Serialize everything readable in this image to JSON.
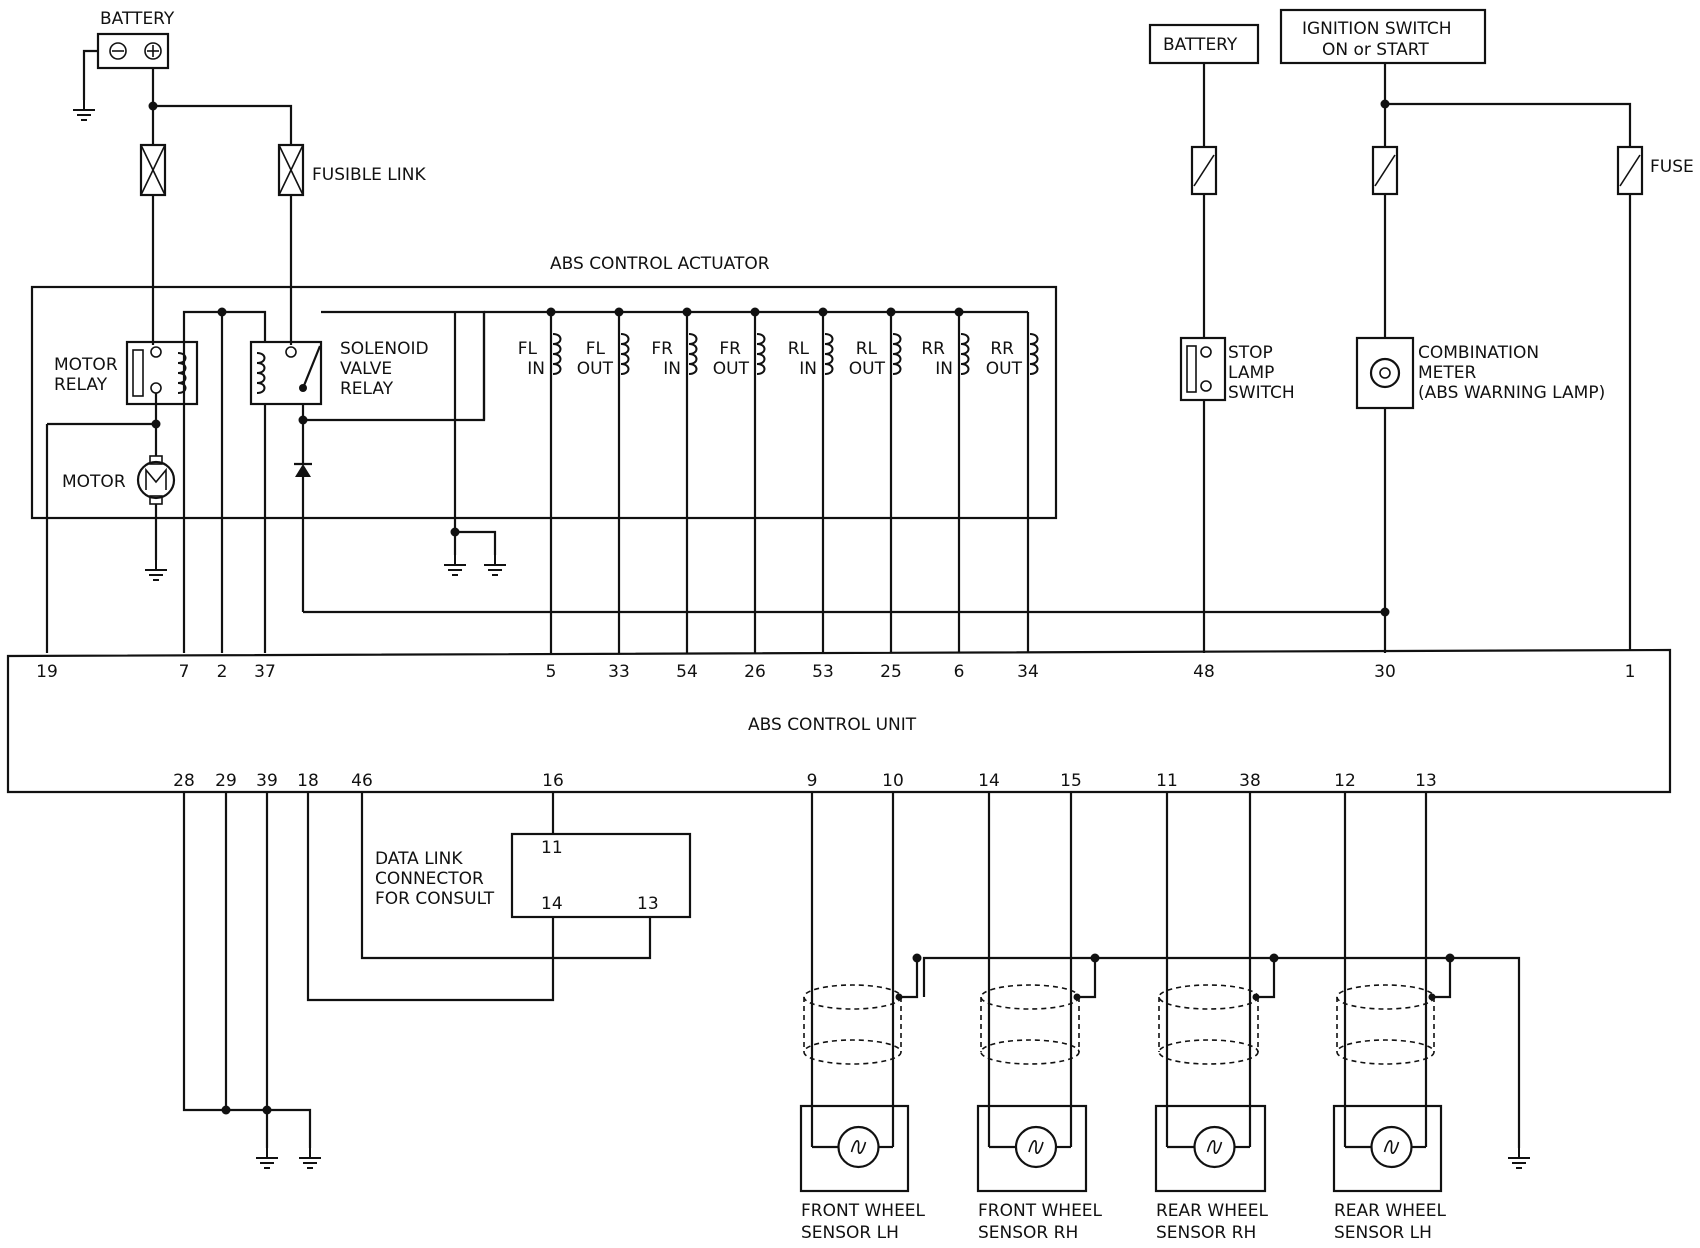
{
  "labels": {
    "battery_left": "BATTERY",
    "fusible_link": "FUSIBLE LINK",
    "abs_actuator": "ABS CONTROL ACTUATOR",
    "motor_relay_1": "MOTOR",
    "motor_relay_2": "RELAY",
    "motor": "MOTOR",
    "sol_1": "SOLENOID",
    "sol_2": "VALVE",
    "sol_3": "RELAY",
    "battery_right": "BATTERY",
    "ign_1": "IGNITION SWITCH",
    "ign_2": "ON or START",
    "fuse": "FUSE",
    "stop_1": "STOP",
    "stop_2": "LAMP",
    "stop_3": "SWITCH",
    "meter_1": "COMBINATION",
    "meter_2": "METER",
    "meter_3": "(ABS WARNING LAMP)",
    "abs_unit": "ABS CONTROL UNIT",
    "dlc_1": "DATA LINK",
    "dlc_2": "CONNECTOR",
    "dlc_3": "FOR CONSULT",
    "dlc_pin_11": "11",
    "dlc_pin_14": "14",
    "dlc_pin_13": "13"
  },
  "valves": [
    {
      "l1": "FL",
      "l2": "IN"
    },
    {
      "l1": "FL",
      "l2": "OUT"
    },
    {
      "l1": "FR",
      "l2": "IN"
    },
    {
      "l1": "FR",
      "l2": "OUT"
    },
    {
      "l1": "RL",
      "l2": "IN"
    },
    {
      "l1": "RL",
      "l2": "OUT"
    },
    {
      "l1": "RR",
      "l2": "IN"
    },
    {
      "l1": "RR",
      "l2": "OUT"
    }
  ],
  "top_pins": [
    "19",
    "7",
    "2",
    "37",
    "5",
    "33",
    "54",
    "26",
    "53",
    "25",
    "6",
    "34",
    "48",
    "30",
    "1"
  ],
  "bottom_pins": [
    "28",
    "29",
    "39",
    "18",
    "46",
    "16",
    "9",
    "10",
    "14",
    "15",
    "11",
    "38",
    "12",
    "13"
  ],
  "sensors": [
    {
      "l1": "FRONT WHEEL",
      "l2": "SENSOR LH"
    },
    {
      "l1": "FRONT WHEEL",
      "l2": "SENSOR RH"
    },
    {
      "l1": "REAR WHEEL",
      "l2": "SENSOR RH"
    },
    {
      "l1": "REAR WHEEL",
      "l2": "SENSOR LH"
    }
  ]
}
